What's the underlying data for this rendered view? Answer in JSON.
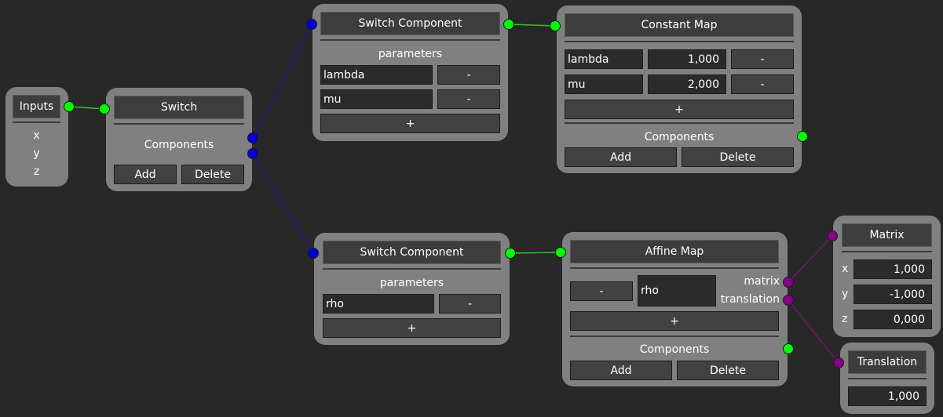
{
  "colors": {
    "background": "#282828",
    "node": "#808080",
    "port_scalar": "#00ff00",
    "port_switch": "#0000d8",
    "port_matrix": "#880088",
    "wire_green": "#33c033",
    "wire_blue": "#1a1a90",
    "wire_purple": "#6a1a6a"
  },
  "inputs_node": {
    "title": "Inputs",
    "items": [
      "x",
      "y",
      "z"
    ]
  },
  "switch_node": {
    "title": "Switch",
    "components_label": "Components",
    "add_label": "Add",
    "delete_label": "Delete"
  },
  "switch_component_1": {
    "title": "Switch Component",
    "parameters_label": "parameters",
    "params": [
      {
        "name": "lambda",
        "remove_label": "-"
      },
      {
        "name": "mu",
        "remove_label": "-"
      }
    ],
    "add_param_label": "+"
  },
  "constant_map": {
    "title": "Constant Map",
    "params": [
      {
        "name": "lambda",
        "value": "1,000",
        "remove_label": "-"
      },
      {
        "name": "mu",
        "value": "2,000",
        "remove_label": "-"
      }
    ],
    "add_param_label": "+",
    "components_label": "Components",
    "add_label": "Add",
    "delete_label": "Delete"
  },
  "switch_component_2": {
    "title": "Switch Component",
    "parameters_label": "parameters",
    "params": [
      {
        "name": "rho",
        "remove_label": "-"
      }
    ],
    "add_param_label": "+"
  },
  "affine_map": {
    "title": "Affine Map",
    "remove_label": "-",
    "param_name": "rho",
    "matrix_label": "matrix",
    "translation_label": "translation",
    "add_param_label": "+",
    "components_label": "Components",
    "add_label": "Add",
    "delete_label": "Delete"
  },
  "matrix_node": {
    "title": "Matrix",
    "rows": [
      {
        "axis": "x",
        "value": "1,000"
      },
      {
        "axis": "y",
        "value": "-1,000"
      },
      {
        "axis": "z",
        "value": "0,000"
      }
    ]
  },
  "translation_node": {
    "title": "Translation",
    "value": "1,000"
  }
}
